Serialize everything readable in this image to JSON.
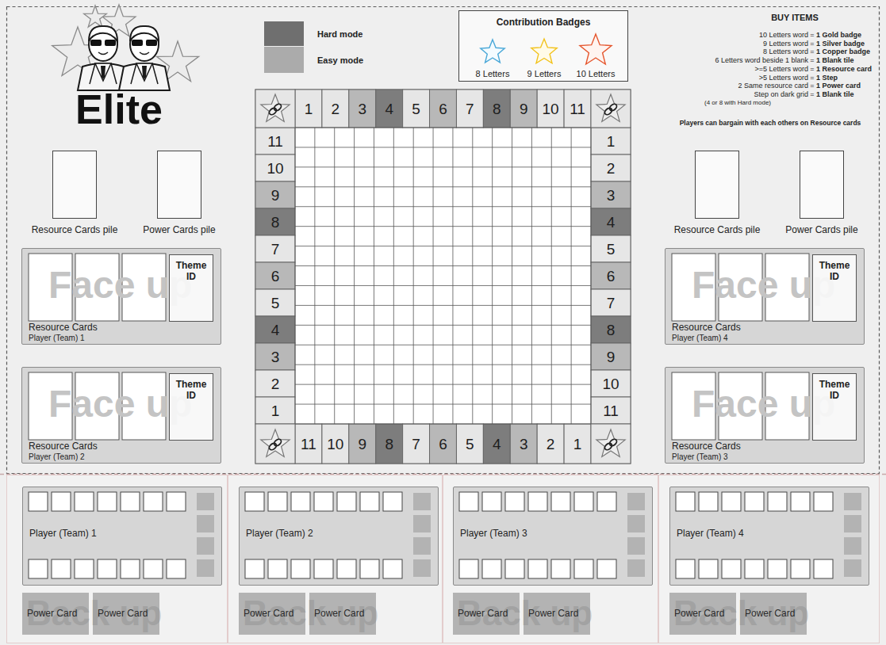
{
  "diagram": {
    "title": "Elite",
    "nodes": [
      {
        "text": [
          "Contribution Badges",
          "8 Letters",
          "9 Letters",
          "10 Letters"
        ]
      },
      {
        "text": [
          "Resource Cards pile"
        ]
      },
      {
        "text": [
          "Power Cards pile"
        ]
      },
      {
        "text": [
          "Resource Cards pile"
        ]
      },
      {
        "text": [
          "Power Cards pile"
        ]
      },
      {
        "text": [
          "Face up",
          "Resource Cards",
          "Player (Team) 1"
        ]
      },
      {
        "text": [
          "Theme ID"
        ],
        "in": 5
      },
      {
        "text": [
          "Face up",
          "Resource Cards",
          "Player (Team) 2"
        ]
      },
      {
        "text": [
          "Theme ID"
        ],
        "in": 7
      },
      {
        "text": [
          "Face up",
          "Resource Cards",
          "Player (Team) 4"
        ]
      },
      {
        "text": [
          "Theme ID"
        ],
        "in": 9
      },
      {
        "text": [
          "Face up",
          "Resource Cards",
          "Player (Team) 3"
        ]
      },
      {
        "text": [
          "Theme ID"
        ],
        "in": 11
      },
      {
        "text": [
          "Back up"
        ]
      },
      {
        "text": [
          "Player (Team) 1"
        ],
        "in": 13
      },
      {
        "text": [
          "Power Card"
        ],
        "in": 13
      },
      {
        "text": [
          "Power Card"
        ],
        "in": 13
      },
      {
        "text": [
          "Back up"
        ]
      },
      {
        "text": [
          "Player (Team) 2"
        ],
        "in": 17
      },
      {
        "text": [
          "Power Card"
        ],
        "in": 17
      },
      {
        "text": [
          "Power Card"
        ],
        "in": 17
      },
      {
        "text": [
          "Back up"
        ]
      },
      {
        "text": [
          "Player (Team) 3"
        ],
        "in": 21
      },
      {
        "text": [
          "Power Card"
        ],
        "in": 21
      },
      {
        "text": [
          "Power Card"
        ],
        "in": 21
      },
      {
        "text": [
          "Back up"
        ]
      },
      {
        "text": [
          "Player (Team) 4"
        ],
        "in": 25
      },
      {
        "text": [
          "Power Card"
        ],
        "in": 25
      },
      {
        "text": [
          "Power Card"
        ],
        "in": 25
      }
    ],
    "labels": [
      "BUY ITEMS",
      "10 Letters word",
      "=",
      "1 Gold badge",
      "9 Letters word",
      "=",
      "1 Silver badge",
      "8 Letters word",
      "=",
      "1 Copper badge",
      "6 Letters word beside 1 blank",
      "=",
      "1 Blank tile",
      ">=5 Letters word",
      "=",
      "1 Resource card",
      ">5 Letters word",
      "=",
      "1 Step",
      "2 Same resource card",
      "=",
      "1 Power card",
      "Step on dark grid",
      "=",
      "1 Blank tile",
      "(4 or 8 with Hard mode)",
      "Players can bargain with each others on Resource cards",
      "1",
      "2",
      "3",
      "4",
      "5",
      "6",
      "7",
      "8",
      "9",
      "10",
      "11",
      "11",
      "10",
      "9",
      "8",
      "7",
      "6",
      "5",
      "4",
      "3",
      "2",
      "1",
      "1",
      "2",
      "3",
      "4",
      "5",
      "6",
      "7",
      "8",
      "9",
      "10",
      "11",
      "11",
      "10",
      "9",
      "8",
      "7",
      "6",
      "5",
      "4",
      "3",
      "2",
      "1"
    ],
    "legend": [
      {
        "text": "Hard mode",
        "color": "#6f6f6f"
      },
      {
        "text": "Easy mode",
        "color": "#ababab"
      }
    ]
  }
}
